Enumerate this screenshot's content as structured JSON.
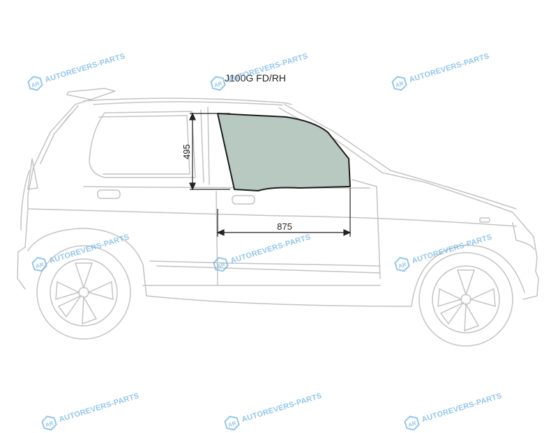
{
  "title": "J100G FD/RH",
  "dimensions": {
    "height": "495",
    "width": "875"
  },
  "watermark": {
    "text": "AUTOREVERS-PARTS",
    "logo_text": "AR"
  },
  "colors": {
    "glass_fill": "#b7c9c1",
    "glass_stroke": "#1c1c1c",
    "outline": "#c3c3c3",
    "dimension_line": "#222222",
    "watermark": "#5aa8e0"
  },
  "icons": [
    "car-outline-icon",
    "autorevers-logo-icon"
  ]
}
